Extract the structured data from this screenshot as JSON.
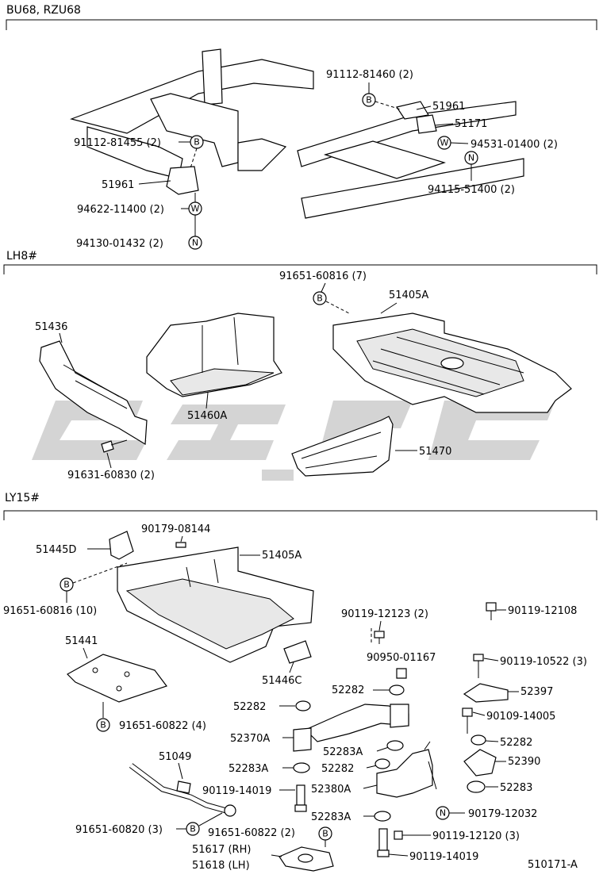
{
  "sections": {
    "s1": "BU68, RZU68",
    "s2": "LH8#",
    "s3": "LY15#"
  },
  "labels": {
    "p91112_81460": "91112-81460 (2)",
    "p51961_r": "51961",
    "p51171": "51171",
    "p94531": "94531-01400 (2)",
    "p94115": "94115-51400 (2)",
    "p91112_81455": "91112-81455 (2)",
    "p51961_l": "51961",
    "p94622": "94622-11400 (2)",
    "p94130": "94130-01432 (2)",
    "p91651_60816_7": "91651-60816 (7)",
    "p51405A_a": "51405A",
    "p51436": "51436",
    "p51460A": "51460A",
    "p51470": "51470",
    "p91631": "91631-60830 (2)",
    "p90179_08144": "90179-08144",
    "p51445D": "51445D",
    "p51405A_b": "51405A",
    "p91651_60816_10": "91651-60816 (10)",
    "p90119_12123": "90119-12123 (2)",
    "p90119_12108": "90119-12108",
    "p51441": "51441",
    "p90950": "90950-01167",
    "p90119_10522": "90119-10522 (3)",
    "p51446C": "51446C",
    "p52282_a": "52282",
    "p52282_b": "52282",
    "p52397": "52397",
    "p91651_60822_4": "91651-60822 (4)",
    "p90109": "90109-14005",
    "p52370A": "52370A",
    "p52282_c": "52282",
    "p52283A_a": "52283A",
    "p51049": "51049",
    "p52390": "52390",
    "p52283A_b": "52283A",
    "p52282_d": "52282",
    "p90119_14019_a": "90119-14019",
    "p52380A": "52380A",
    "p52283": "52283",
    "p52283A_c": "52283A",
    "p90179_12032": "90179-12032",
    "p91651_60820": "91651-60820 (3)",
    "p91651_60822_2": "91651-60822 (2)",
    "p90119_12120": "90119-12120 (3)",
    "p51617": "51617 (RH)",
    "p51618": "51618 (LH)",
    "p90119_14019_b": "90119-14019",
    "ref": "510171-A"
  },
  "callouts": {
    "B": "B",
    "W": "W",
    "N": "N"
  },
  "watermark": {
    "color": "#d4d4d4"
  }
}
